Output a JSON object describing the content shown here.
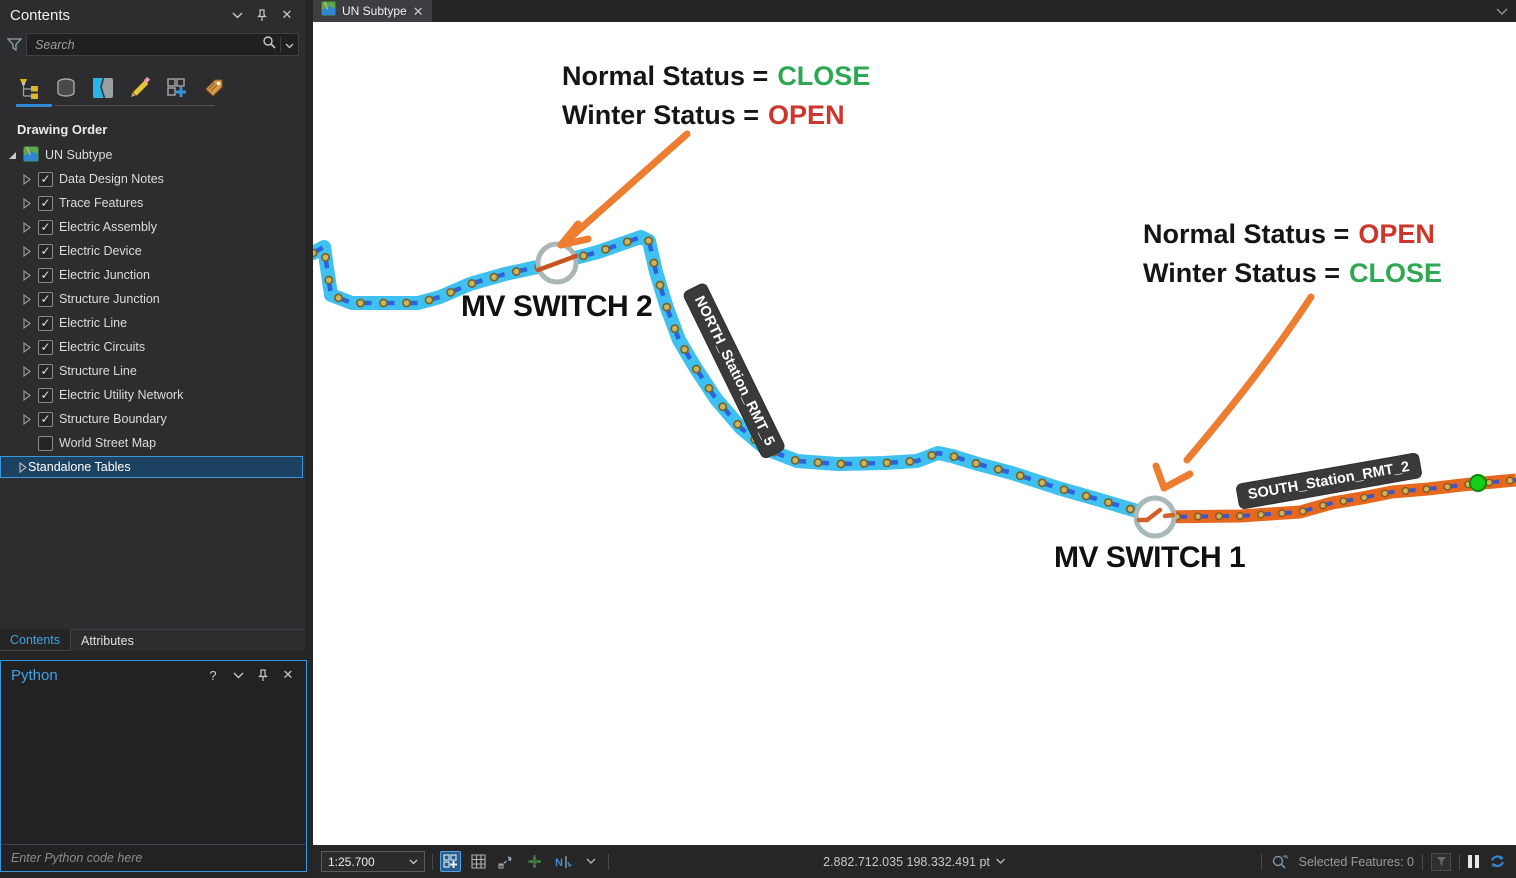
{
  "contents": {
    "title": "Contents",
    "search_placeholder": "Search",
    "section_label": "Drawing Order",
    "root_layer": "UN Subtype",
    "layers": [
      {
        "label": "Data Design Notes",
        "checked": true
      },
      {
        "label": "Trace Features",
        "checked": true
      },
      {
        "label": "Electric Assembly",
        "checked": true
      },
      {
        "label": "Electric Device",
        "checked": true
      },
      {
        "label": "Electric Junction",
        "checked": true
      },
      {
        "label": "Structure Junction",
        "checked": true
      },
      {
        "label": "Electric Line",
        "checked": true
      },
      {
        "label": "Electric Circuits",
        "checked": true
      },
      {
        "label": "Structure Line",
        "checked": true
      },
      {
        "label": "Electric Utility Network",
        "checked": true
      },
      {
        "label": "Structure Boundary",
        "checked": true
      },
      {
        "label": "World Street Map",
        "checked": false
      }
    ],
    "standalone_tables": "Standalone Tables",
    "toolbar_icon_names": [
      "list-by-drawing-order",
      "list-by-source",
      "list-by-visibility",
      "list-by-editing",
      "list-by-snapping",
      "list-by-labeling"
    ],
    "tabs": {
      "contents": "Contents",
      "attributes": "Attributes"
    }
  },
  "python": {
    "title": "Python",
    "input_placeholder": "Enter Python code here",
    "header_icons": [
      "help-icon",
      "chevron-down-icon",
      "pin-icon",
      "close-icon"
    ]
  },
  "map": {
    "tab_label": "UN Subtype",
    "switch2": {
      "line1_label": "Normal Status =",
      "line1_value": "CLOSE",
      "line2_label": "Winter Status =",
      "line2_value": "OPEN",
      "name": "MV SWITCH 2"
    },
    "switch1": {
      "line1_label": "Normal Status =",
      "line1_value": "OPEN",
      "line2_label": "Winter Status =",
      "line2_value": "CLOSE",
      "name": "MV SWITCH 1"
    },
    "feeder_labels": {
      "north": "NORTH_Station_RMT_5",
      "south": "SOUTH_Station_RMT_2"
    }
  },
  "status_bar": {
    "scale": "1:25.700",
    "coordinates": "2.882.712.035 198.332.491 pt",
    "selected_features": "Selected Features: 0"
  },
  "colors": {
    "status_close_green": "#2ea853",
    "status_open_red": "#cd362c",
    "line_cyan": "#3ec0f0",
    "line_orange": "#e6671e",
    "line_dash_blue": "#2d62d8",
    "line_dot_tan": "#cdb45f",
    "arrow_orange": "#ed7d31",
    "selection_blue": "#3a96dd",
    "junction_green": "#17ce17"
  }
}
